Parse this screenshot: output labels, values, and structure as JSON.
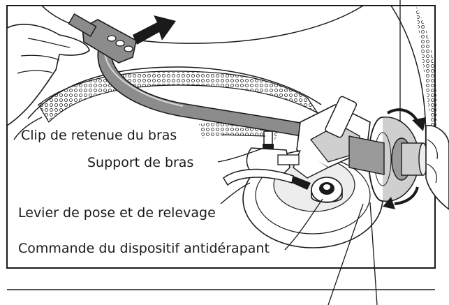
{
  "labels": {
    "arm_clip": "Clip de retenue du bras",
    "arm_rest": "Support de bras",
    "cue_lever": "Levier de pose et de relevage",
    "anti_skate": "Commande du dispositif antidérapant"
  },
  "colors": {
    "stroke": "#1a1a1a",
    "tonearm": "#8c8c8c",
    "shade": "#cfcfcf",
    "light": "#ededed",
    "background": "#ffffff"
  }
}
